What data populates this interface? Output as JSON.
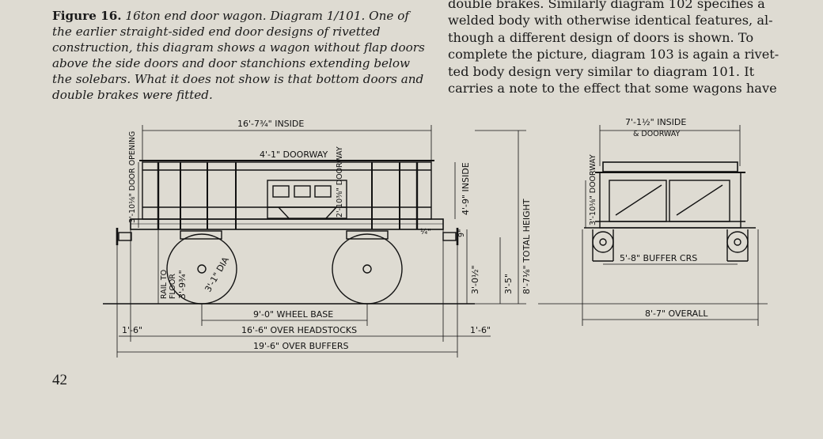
{
  "caption": {
    "label": "Figure 16.",
    "text": "16ton end door wagon. Diagram 1/101. One of the earlier straight-sided end door designs of rivetted construction, this diagram shows a wagon without flap doors above the side doors and door stanchions extending below the solebars. What it does not show is that bottom doors and double brakes were fitted."
  },
  "body_lines": [
    "double brakes. Similarly diagram 102 specifies a",
    "welded body with otherwise identical features, al-",
    "though a different design of doors is shown. To",
    "complete the picture, diagram 103 is again a rivet-",
    "ted body design very similar to diagram 101. It",
    "carries a note to the effect that some wagons have"
  ],
  "page_number": "42",
  "drawing": {
    "side": {
      "inside_length": "16'-7¾\" INSIDE",
      "doorway": "4'-1\" DOORWAY",
      "door_height": "2'-10⅜\" DOORWAY",
      "inside_height": "4'-9\" INSIDE",
      "end_door": "3'-10⅛\" DOOR OPENING",
      "rail_to_floor_a": "RAIL TO",
      "rail_to_floor_b": "FLOOR",
      "rail_to_floor_c": "3'-9¾\"",
      "wheel_dia": "3'-1\" DIA",
      "small_a": "9\"",
      "small_b": "¼\"",
      "solebar_height": "3'-0½\"",
      "buffer_height": "3'-5\"",
      "total_height": "8'-7⅛\" TOTAL HEIGHT",
      "wheelbase": "9'-0\" WHEEL BASE",
      "headstocks": "16'-6\" OVER HEADSTOCKS",
      "buffers": "19'-6\" OVER BUFFERS",
      "overhang_left": "1'-6\"",
      "overhang_right": "1'-6\""
    },
    "end": {
      "inside_width_a": "7'-1½\" INSIDE",
      "inside_width_b": "& DOORWAY",
      "end_doorway": "3'-10⅛\" DOORWAY",
      "buffer_centres": "5'-8\" BUFFER CRS",
      "overall": "8'-7\" OVERALL"
    }
  }
}
